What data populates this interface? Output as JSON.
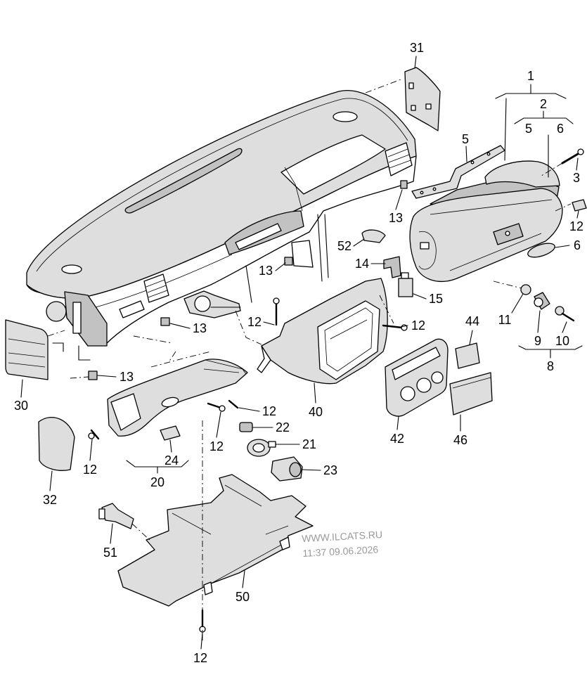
{
  "diagram": {
    "callouts": [
      "31",
      "1",
      "2",
      "5",
      "6",
      "5",
      "3",
      "12",
      "6",
      "13",
      "52",
      "14",
      "13",
      "15",
      "12",
      "12",
      "13",
      "44",
      "11",
      "9",
      "10",
      "8",
      "13",
      "30",
      "40",
      "12",
      "22",
      "42",
      "46",
      "12",
      "21",
      "24",
      "12",
      "23",
      "20",
      "32",
      "51",
      "50",
      "12"
    ]
  },
  "watermark": {
    "site": "WWW.ILCATS.RU",
    "timestamp": "11:37 09.06.2026"
  },
  "colors": {
    "line": "#000000",
    "shade": "#dedede",
    "dark_shade": "#c2c2c2",
    "watermark": "#9a9a9a"
  }
}
